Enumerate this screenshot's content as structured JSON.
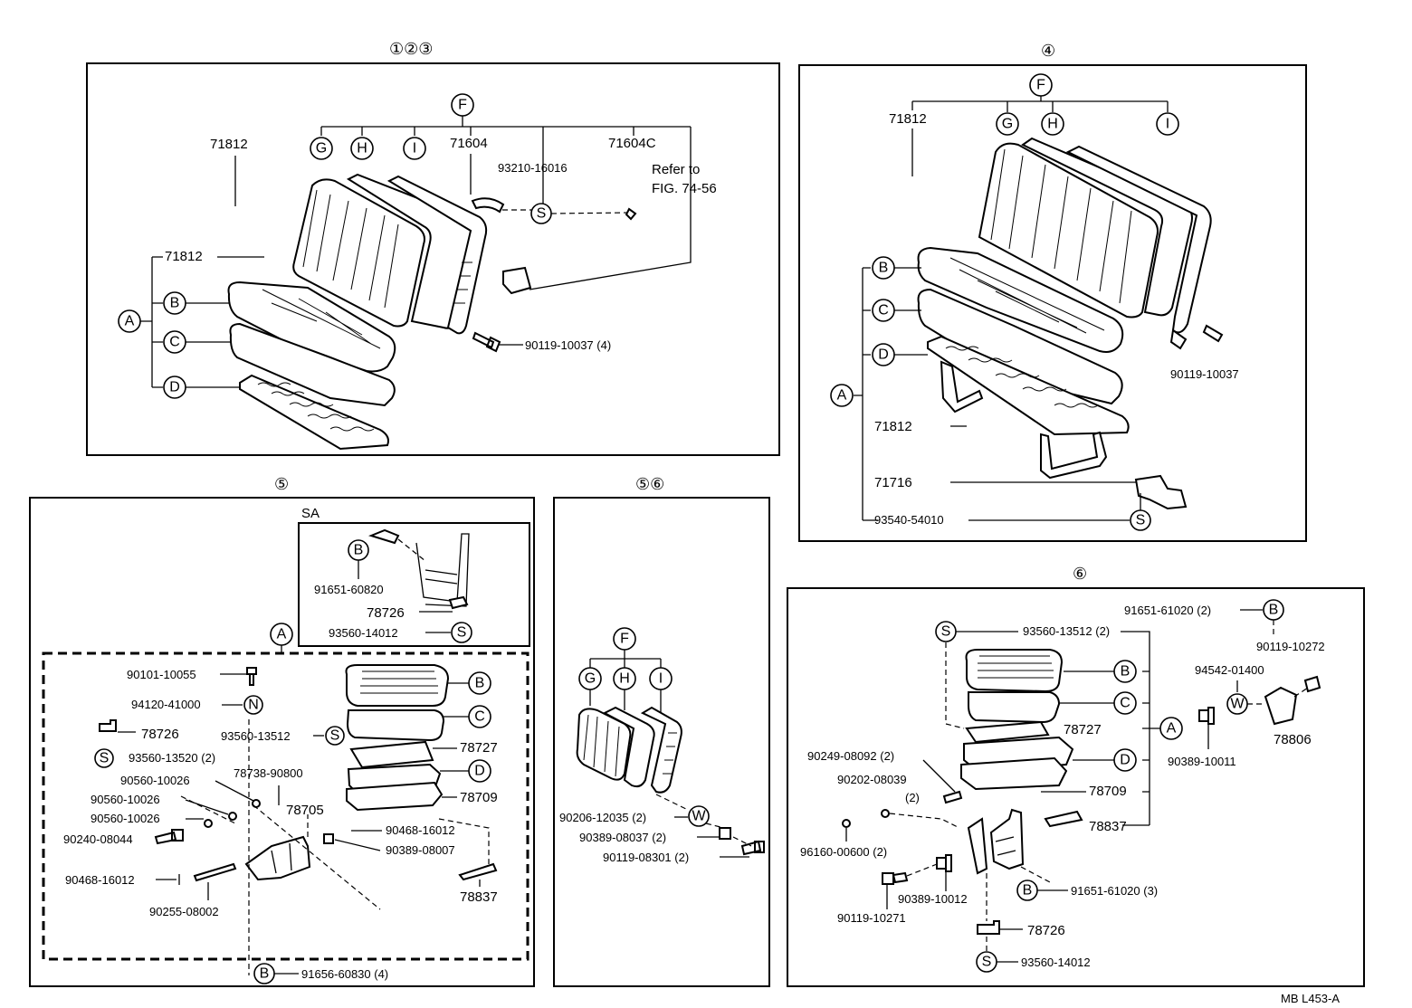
{
  "footer_code": "MB L453-A",
  "panel1": {
    "title": "①②③",
    "labels": {
      "p71812_top": "71812",
      "p71604": "71604",
      "p93210": "93210-16016",
      "p71604c": "71604C",
      "refer1": "Refer to",
      "refer2": "FIG. 74-56",
      "p71812_mid": "71812",
      "p90119": "90119-10037 (4)"
    },
    "callouts": {
      "A": "A",
      "B": "B",
      "C": "C",
      "D": "D",
      "F": "F",
      "G": "G",
      "H": "H",
      "I": "I",
      "S": "S"
    }
  },
  "panel4": {
    "title": "④",
    "labels": {
      "p71812_top": "71812",
      "p90119": "90119-10037",
      "p71812_low": "71812",
      "p71716": "71716",
      "p93540": "93540-54010"
    },
    "callouts": {
      "A": "A",
      "B": "B",
      "C": "C",
      "D": "D",
      "F": "F",
      "G": "G",
      "H": "H",
      "I": "I",
      "S": "S"
    }
  },
  "panel5": {
    "title": "⑤",
    "sa_label": "SA",
    "sa": {
      "p91651": "91651-60820",
      "p78726": "78726",
      "p93560": "93560-14012"
    },
    "labels": {
      "p90101": "90101-10055",
      "p94120": "94120-41000",
      "p78726": "78726",
      "p93560_13520": "93560-13520 (2)",
      "p93560_13512": "93560-13512",
      "p90560_a": "90560-10026",
      "p78738": "78738-90800",
      "p90560_b": "90560-10026",
      "p90560_c": "90560-10026",
      "p78705": "78705",
      "p90240": "90240-08044",
      "p90468_a": "90468-16012",
      "p90389": "90389-08007",
      "p90468_b": "90468-16012",
      "p90255": "90255-08002",
      "p78727": "78727",
      "p78709": "78709",
      "p78837": "78837",
      "p91656": "91656-60830 (4)"
    },
    "callouts": {
      "A": "A",
      "B": "B",
      "C": "C",
      "D": "D",
      "N": "N",
      "S": "S"
    }
  },
  "panel56": {
    "title": "⑤⑥",
    "labels": {
      "p90206": "90206-12035 (2)",
      "p90389": "90389-08037 (2)",
      "p90119": "90119-08301 (2)"
    },
    "callouts": {
      "F": "F",
      "G": "G",
      "H": "H",
      "I": "I",
      "W": "W"
    }
  },
  "panel6": {
    "title": "⑥",
    "labels": {
      "p91651_top": "91651-61020 (2)",
      "p93560_13512": "93560-13512 (2)",
      "p90119_10272": "90119-10272",
      "p94542": "94542-01400",
      "p78727": "78727",
      "p78806": "78806",
      "p90389_10011": "90389-10011",
      "p90249": "90249-08092 (2)",
      "p90202": "90202-08039",
      "p90202_q": "(2)",
      "p78709": "78709",
      "p78837": "78837",
      "p96160": "96160-00600 (2)",
      "p91651_low": "91651-61020 (3)",
      "p90389_10012": "90389-10012",
      "p90119_10271": "90119-10271",
      "p78726": "78726",
      "p93560_14012": "93560-14012"
    },
    "callouts": {
      "A": "A",
      "B": "B",
      "C": "C",
      "D": "D",
      "S": "S",
      "W": "W"
    }
  }
}
